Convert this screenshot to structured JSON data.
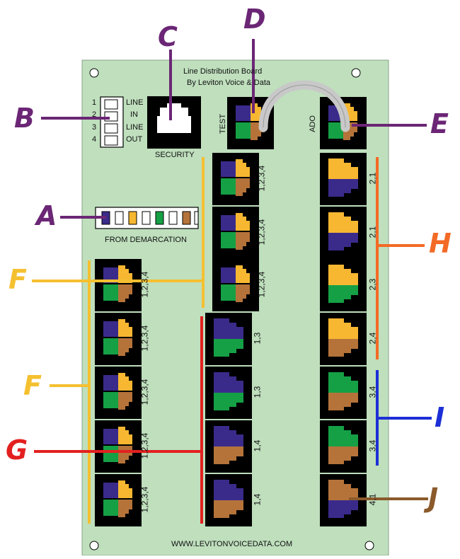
{
  "board": {
    "title_line1": "Line Distribution Board",
    "title_line2": "By Leviton Voice & Data",
    "website": "WWW.LEVITONVOICEDATA.COM",
    "from_demarcation": "FROM DEMARCATION",
    "security": "SECURITY",
    "test": "TEST",
    "ado": "ADO",
    "terminals": {
      "n1": "1",
      "n2": "2",
      "n3": "3",
      "n4": "4",
      "line_in_1": "LINE",
      "line_in_2": "IN",
      "line_out_1": "LINE",
      "line_out_2": "OUT"
    }
  },
  "callouts": {
    "A": "A",
    "B": "B",
    "C": "C",
    "D": "D",
    "E": "E",
    "F1": "F",
    "F2": "F",
    "G": "G",
    "H": "H",
    "I": "I",
    "J": "J"
  },
  "colors": {
    "board": "#bfdfbd",
    "purple": "#3a2b8b",
    "yellow": "#f7b731",
    "green": "#15a045",
    "brown": "#b5733a",
    "callout_purple": "#6b2675",
    "callout_yellow": "#f5c030",
    "callout_red": "#e32020",
    "callout_orange": "#f36a25",
    "callout_blue": "#1d2fd6",
    "callout_brown": "#8b5a2b"
  },
  "jacks": {
    "column2": {
      "four_line": [
        {
          "pins": "1,2,3,4"
        },
        {
          "pins": "1,2,3,4"
        },
        {
          "pins": "1,2,3,4"
        }
      ],
      "two_line": [
        {
          "pins": "1,3"
        },
        {
          "pins": "1,3"
        },
        {
          "pins": "1,4"
        },
        {
          "pins": "1,4"
        }
      ]
    },
    "column1": [
      {
        "pins": "1,2,3,4"
      },
      {
        "pins": "1,2,3,4"
      },
      {
        "pins": "1,2,3,4"
      },
      {
        "pins": "1,2,3,4"
      },
      {
        "pins": "1,2,3,4"
      }
    ],
    "column3": [
      {
        "pins": "2,1"
      },
      {
        "pins": "2,1"
      },
      {
        "pins": "2,3"
      },
      {
        "pins": "2,4"
      },
      {
        "pins": "3,4"
      },
      {
        "pins": "3,4"
      },
      {
        "pins": "4,1"
      }
    ]
  }
}
